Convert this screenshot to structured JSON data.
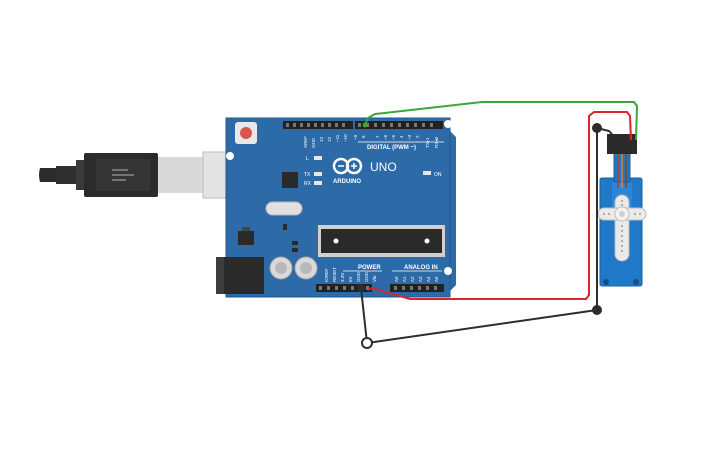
{
  "board": {
    "name": "UNO",
    "brand": "ARDUINO",
    "digital_label": "DIGITAL (PWM ~)",
    "power_label": "POWER",
    "analog_label": "ANALOG IN",
    "on_label": "ON",
    "led_l": "L",
    "led_tx": "TX",
    "led_rx": "RX",
    "top_pins": [
      "AREF",
      "GND",
      "13",
      "12",
      "~11",
      "~10",
      "~9",
      "8",
      "7",
      "~6",
      "~5",
      "4",
      "~3",
      "2",
      "TX▸1",
      "RX◂0"
    ],
    "power_pins": [
      "IOREF",
      "RESET",
      "3.3V",
      "5V",
      "GND",
      "GND",
      "Vin"
    ],
    "analog_pins": [
      "A0",
      "A1",
      "A2",
      "A3",
      "A4",
      "A5"
    ]
  },
  "wires": {
    "signal_color": "#3aa83a",
    "power_color": "#d8262a",
    "ground_color": "#2d2d2d"
  },
  "colors": {
    "board": "#2d6aa8",
    "board_dark": "#24588d",
    "servo": "#1f78c8",
    "usb": "#2b2b2b"
  }
}
